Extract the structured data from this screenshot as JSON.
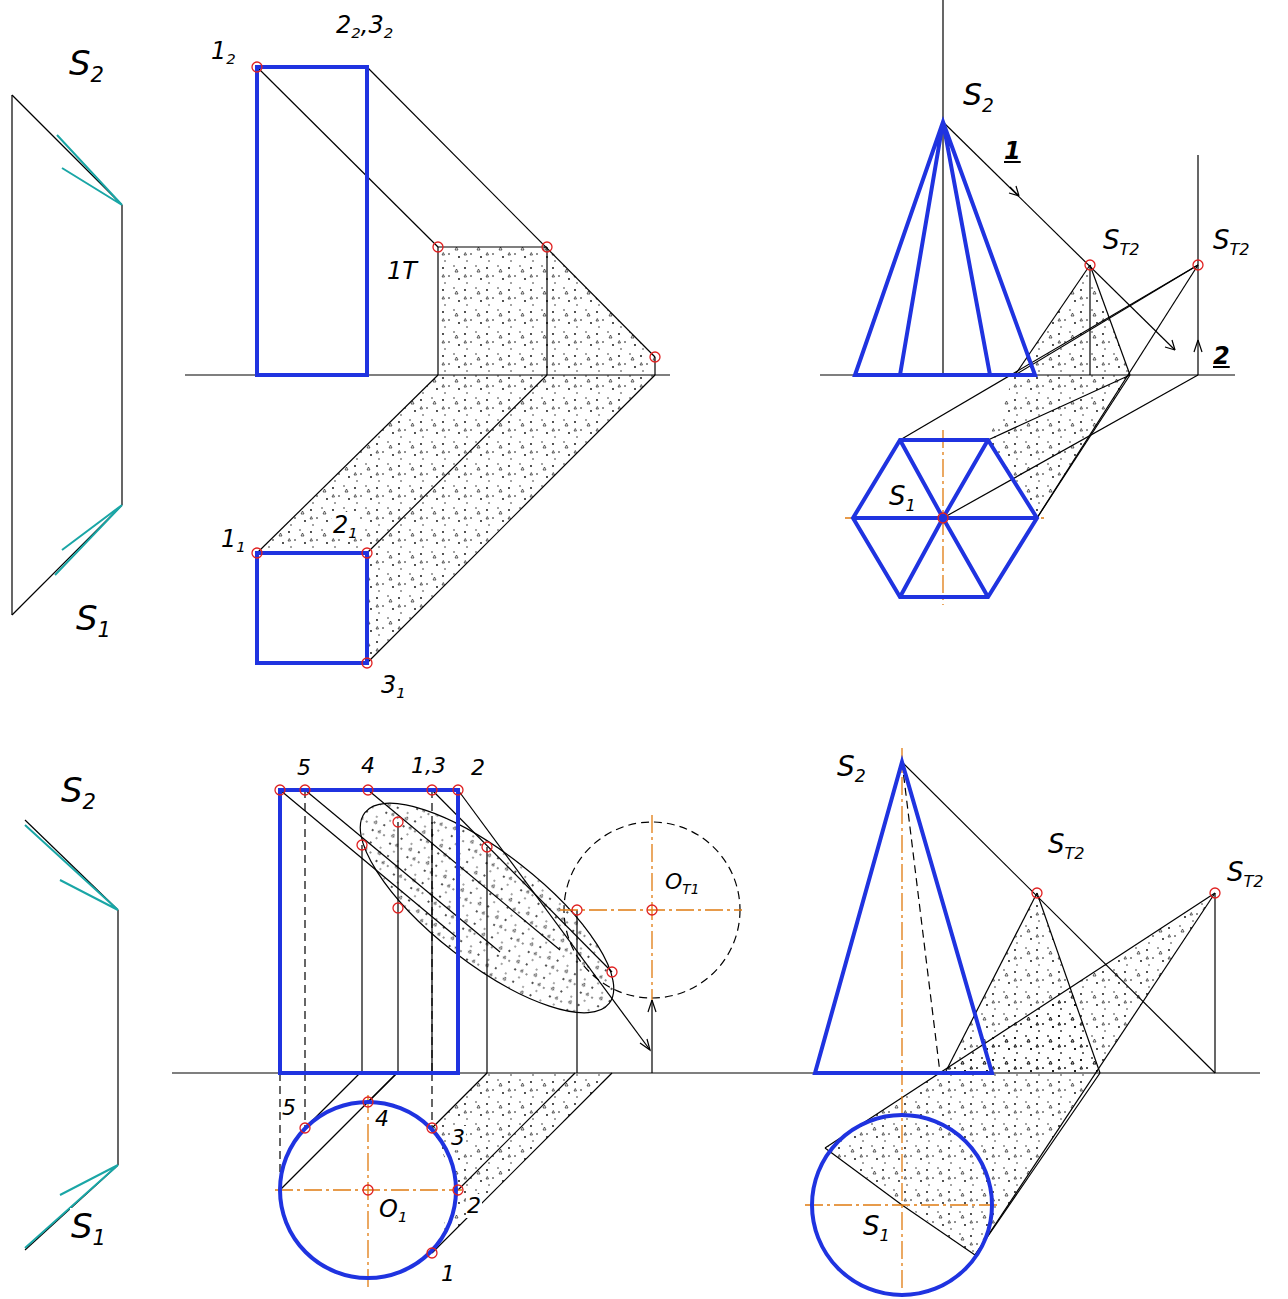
{
  "diagram": {
    "labels": [
      "S2",
      "S1",
      "12",
      "22,32",
      "1T",
      "S2",
      "1",
      "ST2",
      "ST2",
      "2",
      "11",
      "21",
      "S1",
      "31",
      "S2",
      "S1",
      "5",
      "4",
      "1,3",
      "2",
      "OT1",
      "S2",
      "ST2",
      "ST2",
      "5",
      "4",
      "3",
      "O1",
      "2",
      "1",
      "S1"
    ]
  }
}
